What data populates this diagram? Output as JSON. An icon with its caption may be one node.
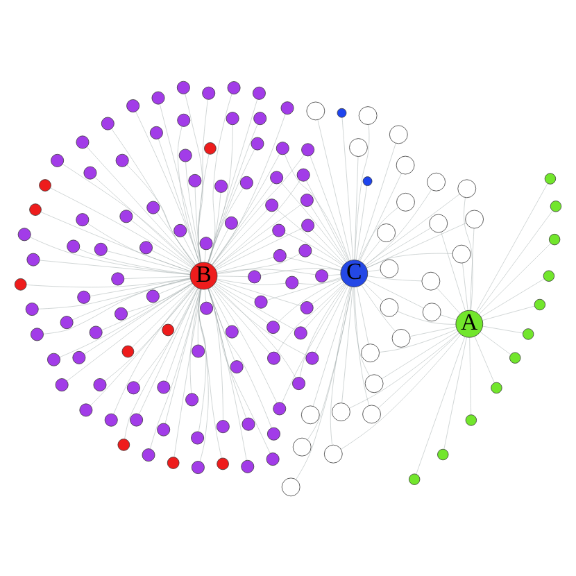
{
  "diagram": {
    "nodes": [
      {
        "text": [
          "C"
        ]
      },
      {
        "text": [
          "B"
        ]
      },
      {
        "text": [
          "A"
        ]
      },
      {
        "text": [],
        "shape": "circle"
      },
      {
        "text": [],
        "shape": "circle"
      },
      {
        "text": [],
        "shape": "circle"
      },
      {
        "text": [],
        "shape": "circle"
      },
      {
        "text": [],
        "shape": "circle"
      },
      {
        "text": [],
        "shape": "circle"
      },
      {
        "text": [],
        "shape": "circle"
      },
      {
        "text": [],
        "shape": "circle"
      },
      {
        "text": [],
        "shape": "circle"
      },
      {
        "text": [],
        "shape": "circle"
      },
      {
        "text": [],
        "shape": "circle"
      },
      {
        "text": [],
        "shape": "circle"
      },
      {
        "text": [],
        "shape": "circle"
      },
      {
        "text": [],
        "shape": "circle"
      },
      {
        "text": [],
        "shape": "circle"
      },
      {
        "text": [],
        "shape": "circle"
      },
      {
        "text": [],
        "shape": "circle"
      },
      {
        "text": [],
        "shape": "circle"
      },
      {
        "text": [],
        "shape": "circle"
      },
      {
        "text": [],
        "shape": "circle"
      },
      {
        "text": [],
        "shape": "circle"
      },
      {
        "text": [],
        "shape": "circle"
      },
      {
        "text": [],
        "shape": "circle"
      },
      {
        "text": [],
        "shape": "circle"
      },
      {
        "text": [],
        "shape": "circle"
      },
      {
        "text": [],
        "shape": "circle"
      },
      {
        "text": [],
        "shape": "circle"
      },
      {
        "text": [],
        "shape": "circle"
      },
      {
        "text": [],
        "shape": "circle"
      },
      {
        "text": [],
        "shape": "circle"
      },
      {
        "text": [],
        "shape": "circle"
      },
      {
        "text": [],
        "shape": "circle"
      },
      {
        "text": [],
        "shape": "circle"
      },
      {
        "text": [],
        "shape": "circle"
      },
      {
        "text": [],
        "shape": "circle"
      },
      {
        "text": [],
        "shape": "circle"
      },
      {
        "text": [],
        "shape": "circle"
      },
      {
        "text": [],
        "shape": "circle"
      },
      {
        "text": [],
        "shape": "circle"
      },
      {
        "text": [],
        "shape": "circle"
      },
      {
        "text": [],
        "shape": "circle"
      },
      {
        "text": [],
        "shape": "circle"
      },
      {
        "text": [],
        "shape": "circle"
      },
      {
        "text": [],
        "shape": "circle"
      },
      {
        "text": [],
        "shape": "circle"
      },
      {
        "text": [],
        "shape": "circle"
      },
      {
        "text": [],
        "shape": "circle"
      },
      {
        "text": [],
        "shape": "circle"
      },
      {
        "text": [],
        "shape": "circle"
      },
      {
        "text": [],
        "shape": "circle"
      },
      {
        "text": [],
        "shape": "circle"
      },
      {
        "text": [],
        "shape": "circle"
      },
      {
        "text": [],
        "shape": "circle"
      },
      {
        "text": [],
        "shape": "circle"
      },
      {
        "text": [],
        "shape": "circle"
      },
      {
        "text": [],
        "shape": "circle"
      },
      {
        "text": [],
        "shape": "circle"
      },
      {
        "text": [],
        "shape": "circle"
      },
      {
        "text": [],
        "shape": "circle"
      },
      {
        "text": [],
        "shape": "circle"
      },
      {
        "text": [],
        "shape": "circle"
      },
      {
        "text": [],
        "shape": "circle"
      },
      {
        "text": [],
        "shape": "circle"
      },
      {
        "text": [],
        "shape": "circle"
      },
      {
        "text": [],
        "shape": "circle"
      },
      {
        "text": [],
        "shape": "circle"
      },
      {
        "text": [],
        "shape": "circle"
      },
      {
        "text": [],
        "shape": "circle"
      },
      {
        "text": [],
        "shape": "circle"
      },
      {
        "text": [],
        "shape": "circle"
      },
      {
        "text": [],
        "shape": "circle"
      },
      {
        "text": [],
        "shape": "circle"
      },
      {
        "text": [],
        "shape": "circle"
      },
      {
        "text": [],
        "shape": "circle"
      },
      {
        "text": [],
        "shape": "circle"
      },
      {
        "text": [],
        "shape": "circle"
      },
      {
        "text": [],
        "shape": "circle"
      },
      {
        "text": [],
        "shape": "circle"
      },
      {
        "text": [],
        "shape": "circle"
      },
      {
        "text": [],
        "shape": "circle"
      },
      {
        "text": [],
        "shape": "circle"
      },
      {
        "text": [],
        "shape": "circle"
      },
      {
        "text": [],
        "shape": "circle"
      },
      {
        "text": [],
        "shape": "circle"
      },
      {
        "text": [],
        "shape": "circle"
      },
      {
        "text": [],
        "shape": "circle"
      },
      {
        "text": [],
        "shape": "circle"
      },
      {
        "text": [],
        "shape": "circle"
      },
      {
        "text": [],
        "shape": "circle"
      },
      {
        "text": [],
        "shape": "circle"
      },
      {
        "text": [],
        "shape": "circle"
      },
      {
        "text": [],
        "shape": "circle"
      },
      {
        "text": [],
        "shape": "circle"
      },
      {
        "text": [],
        "shape": "circle"
      },
      {
        "text": [],
        "shape": "circle"
      },
      {
        "text": [],
        "shape": "circle"
      },
      {
        "text": [],
        "shape": "circle"
      },
      {
        "text": [],
        "shape": "circle"
      },
      {
        "text": [],
        "shape": "circle"
      },
      {
        "text": [],
        "shape": "circle"
      },
      {
        "text": [],
        "shape": "circle"
      },
      {
        "text": [],
        "shape": "circle"
      },
      {
        "text": [],
        "shape": "circle"
      },
      {
        "text": [],
        "shape": "circle"
      },
      {
        "text": [],
        "shape": "circle"
      },
      {
        "text": [],
        "shape": "circle"
      },
      {
        "text": [],
        "shape": "circle"
      },
      {
        "text": [],
        "shape": "circle"
      },
      {
        "text": [],
        "shape": "circle"
      },
      {
        "text": [],
        "shape": "circle"
      },
      {
        "text": [],
        "shape": "circle"
      },
      {
        "text": [],
        "shape": "circle"
      },
      {
        "text": [],
        "shape": "circle"
      },
      {
        "text": [],
        "shape": "circle"
      },
      {
        "text": [],
        "shape": "circle"
      },
      {
        "text": [],
        "shape": "circle"
      },
      {
        "text": [],
        "shape": "circle"
      },
      {
        "text": [],
        "shape": "circle"
      },
      {
        "text": [],
        "shape": "circle"
      },
      {
        "text": [],
        "shape": "circle"
      },
      {
        "text": [],
        "shape": "circle"
      },
      {
        "text": [],
        "shape": "circle"
      },
      {
        "text": [],
        "shape": "circle"
      },
      {
        "text": [],
        "shape": "circle"
      },
      {
        "text": [],
        "shape": "circle"
      },
      {
        "text": [],
        "shape": "circle"
      },
      {
        "text": [],
        "shape": "circle"
      },
      {
        "text": [],
        "shape": "circle"
      },
      {
        "text": [],
        "shape": "circle"
      },
      {
        "text": [],
        "shape": "circle"
      },
      {
        "text": [],
        "shape": "circle"
      }
    ],
    "edges": [
      {
        "from": 1,
        "to": 3,
        "arrow": "none"
      },
      {
        "from": 1,
        "to": 4,
        "arrow": "none"
      },
      {
        "from": 1,
        "to": 5,
        "arrow": "none"
      },
      {
        "from": 1,
        "to": 6,
        "arrow": "none"
      },
      {
        "from": 1,
        "to": 7,
        "arrow": "none"
      },
      {
        "from": 1,
        "to": 8,
        "arrow": "none"
      },
      {
        "from": 1,
        "to": 9,
        "arrow": "none"
      },
      {
        "from": 1,
        "to": 10,
        "arrow": "none"
      },
      {
        "from": 1,
        "to": 11,
        "arrow": "none"
      },
      {
        "from": 1,
        "to": 12,
        "arrow": "none"
      },
      {
        "from": 1,
        "to": 13,
        "arrow": "none"
      },
      {
        "from": 1,
        "to": 14,
        "arrow": "none"
      },
      {
        "from": 1,
        "to": 15,
        "arrow": "none"
      },
      {
        "from": 1,
        "to": 16,
        "arrow": "none"
      },
      {
        "from": 1,
        "to": 17,
        "arrow": "none"
      },
      {
        "from": 1,
        "to": 18,
        "arrow": "none"
      },
      {
        "from": 1,
        "to": 19,
        "arrow": "none"
      },
      {
        "from": 1,
        "to": 20,
        "arrow": "none"
      },
      {
        "from": 1,
        "to": 21,
        "arrow": "none"
      },
      {
        "from": 1,
        "to": 22,
        "arrow": "none"
      },
      {
        "from": 1,
        "to": 23,
        "arrow": "none"
      },
      {
        "from": 1,
        "to": 24,
        "arrow": "none"
      },
      {
        "from": 1,
        "to": 25,
        "arrow": "none"
      },
      {
        "from": 1,
        "to": 26,
        "arrow": "none"
      },
      {
        "from": 1,
        "to": 27,
        "arrow": "none"
      },
      {
        "from": 1,
        "to": 28,
        "arrow": "none"
      },
      {
        "from": 1,
        "to": 29,
        "arrow": "none"
      },
      {
        "from": 1,
        "to": 30,
        "arrow": "none"
      },
      {
        "from": 1,
        "to": 31,
        "arrow": "none"
      },
      {
        "from": 1,
        "to": 32,
        "arrow": "none"
      },
      {
        "from": 1,
        "to": 33,
        "arrow": "none"
      },
      {
        "from": 1,
        "to": 34,
        "arrow": "none"
      },
      {
        "from": 1,
        "to": 35,
        "arrow": "none"
      },
      {
        "from": 1,
        "to": 36,
        "arrow": "none"
      },
      {
        "from": 1,
        "to": 37,
        "arrow": "none"
      },
      {
        "from": 1,
        "to": 38,
        "arrow": "none"
      },
      {
        "from": 1,
        "to": 39,
        "arrow": "none"
      },
      {
        "from": 1,
        "to": 40,
        "arrow": "none"
      },
      {
        "from": 1,
        "to": 41,
        "arrow": "none"
      },
      {
        "from": 1,
        "to": 42,
        "arrow": "none"
      },
      {
        "from": 1,
        "to": 43,
        "arrow": "none"
      },
      {
        "from": 1,
        "to": 44,
        "arrow": "none"
      },
      {
        "from": 1,
        "to": 45,
        "arrow": "none"
      },
      {
        "from": 1,
        "to": 46,
        "arrow": "none"
      },
      {
        "from": 1,
        "to": 47,
        "arrow": "none"
      },
      {
        "from": 1,
        "to": 48,
        "arrow": "none"
      },
      {
        "from": 1,
        "to": 49,
        "arrow": "none"
      },
      {
        "from": 1,
        "to": 50,
        "arrow": "none"
      },
      {
        "from": 1,
        "to": 51,
        "arrow": "none"
      },
      {
        "from": 1,
        "to": 52,
        "arrow": "none"
      },
      {
        "from": 1,
        "to": 53,
        "arrow": "none"
      },
      {
        "from": 1,
        "to": 54,
        "arrow": "none"
      },
      {
        "from": 1,
        "to": 55,
        "arrow": "none"
      },
      {
        "from": 1,
        "to": 56,
        "arrow": "none"
      },
      {
        "from": 1,
        "to": 57,
        "arrow": "none"
      },
      {
        "from": 1,
        "to": 58,
        "arrow": "none"
      },
      {
        "from": 1,
        "to": 59,
        "arrow": "none"
      },
      {
        "from": 1,
        "to": 60,
        "arrow": "none"
      },
      {
        "from": 1,
        "to": 61,
        "arrow": "none"
      },
      {
        "from": 1,
        "to": 62,
        "arrow": "none"
      },
      {
        "from": 1,
        "to": 63,
        "arrow": "none"
      },
      {
        "from": 1,
        "to": 64,
        "arrow": "none"
      },
      {
        "from": 1,
        "to": 65,
        "arrow": "none"
      },
      {
        "from": 1,
        "to": 66,
        "arrow": "none"
      },
      {
        "from": 1,
        "to": 67,
        "arrow": "none"
      },
      {
        "from": 1,
        "to": 68,
        "arrow": "none"
      },
      {
        "from": 1,
        "to": 69,
        "arrow": "none"
      },
      {
        "from": 1,
        "to": 70,
        "arrow": "none"
      },
      {
        "from": 1,
        "to": 71,
        "arrow": "none"
      },
      {
        "from": 1,
        "to": 72,
        "arrow": "none"
      },
      {
        "from": 1,
        "to": 73,
        "arrow": "none"
      },
      {
        "from": 1,
        "to": 74,
        "arrow": "none"
      },
      {
        "from": 1,
        "to": 75,
        "arrow": "none"
      },
      {
        "from": 1,
        "to": 76,
        "arrow": "none"
      },
      {
        "from": 1,
        "to": 77,
        "arrow": "none"
      },
      {
        "from": 1,
        "to": 78,
        "arrow": "none"
      },
      {
        "from": 1,
        "to": 79,
        "arrow": "none"
      },
      {
        "from": 1,
        "to": 80,
        "arrow": "none"
      },
      {
        "from": 1,
        "to": 81,
        "arrow": "none"
      },
      {
        "from": 1,
        "to": 82,
        "arrow": "none"
      },
      {
        "from": 1,
        "to": 83,
        "arrow": "none"
      },
      {
        "from": 1,
        "to": 84,
        "arrow": "none"
      },
      {
        "from": 1,
        "to": 85,
        "arrow": "none"
      },
      {
        "from": 1,
        "to": 86,
        "arrow": "none"
      },
      {
        "from": 1,
        "to": 114,
        "arrow": "none"
      },
      {
        "from": 1,
        "to": 115,
        "arrow": "none"
      },
      {
        "from": 1,
        "to": 116,
        "arrow": "none"
      },
      {
        "from": 1,
        "to": 117,
        "arrow": "none"
      },
      {
        "from": 1,
        "to": 118,
        "arrow": "none"
      },
      {
        "from": 1,
        "to": 119,
        "arrow": "none"
      },
      {
        "from": 1,
        "to": 120,
        "arrow": "none"
      },
      {
        "from": 1,
        "to": 121,
        "arrow": "none"
      },
      {
        "from": 1,
        "to": 122,
        "arrow": "none"
      },
      {
        "from": 0,
        "to": 87,
        "arrow": "none"
      },
      {
        "from": 0,
        "to": 88,
        "arrow": "none"
      },
      {
        "from": 0,
        "to": 89,
        "arrow": "none"
      },
      {
        "from": 0,
        "to": 90,
        "arrow": "none"
      },
      {
        "from": 0,
        "to": 91,
        "arrow": "none"
      },
      {
        "from": 0,
        "to": 92,
        "arrow": "none"
      },
      {
        "from": 0,
        "to": 93,
        "arrow": "none"
      },
      {
        "from": 0,
        "to": 94,
        "arrow": "none"
      },
      {
        "from": 0,
        "to": 95,
        "arrow": "none"
      },
      {
        "from": 0,
        "to": 96,
        "arrow": "none"
      },
      {
        "from": 0,
        "to": 97,
        "arrow": "none"
      },
      {
        "from": 0,
        "to": 98,
        "arrow": "none"
      },
      {
        "from": 0,
        "to": 99,
        "arrow": "none"
      },
      {
        "from": 0,
        "to": 100,
        "arrow": "none"
      },
      {
        "from": 0,
        "to": 101,
        "arrow": "none"
      },
      {
        "from": 0,
        "to": 102,
        "arrow": "none"
      },
      {
        "from": 0,
        "to": 103,
        "arrow": "none"
      },
      {
        "from": 0,
        "to": 104,
        "arrow": "none"
      },
      {
        "from": 0,
        "to": 105,
        "arrow": "none"
      },
      {
        "from": 0,
        "to": 106,
        "arrow": "none"
      },
      {
        "from": 0,
        "to": 107,
        "arrow": "none"
      },
      {
        "from": 0,
        "to": 108,
        "arrow": "none"
      },
      {
        "from": 0,
        "to": 109,
        "arrow": "none"
      },
      {
        "from": 0,
        "to": 110,
        "arrow": "none"
      },
      {
        "from": 0,
        "to": 111,
        "arrow": "none"
      },
      {
        "from": 0,
        "to": 112,
        "arrow": "none"
      },
      {
        "from": 0,
        "to": 113,
        "arrow": "none"
      },
      {
        "from": 2,
        "to": 123,
        "arrow": "none"
      },
      {
        "from": 2,
        "to": 124,
        "arrow": "none"
      },
      {
        "from": 2,
        "to": 125,
        "arrow": "none"
      },
      {
        "from": 2,
        "to": 126,
        "arrow": "none"
      },
      {
        "from": 2,
        "to": 127,
        "arrow": "none"
      },
      {
        "from": 2,
        "to": 128,
        "arrow": "none"
      },
      {
        "from": 2,
        "to": 129,
        "arrow": "none"
      },
      {
        "from": 2,
        "to": 130,
        "arrow": "none"
      },
      {
        "from": 2,
        "to": 131,
        "arrow": "none"
      },
      {
        "from": 2,
        "to": 132,
        "arrow": "none"
      },
      {
        "from": 2,
        "to": 133,
        "arrow": "none"
      },
      {
        "from": 2,
        "to": 87,
        "arrow": "none"
      },
      {
        "from": 2,
        "to": 89,
        "arrow": "none"
      },
      {
        "from": 2,
        "to": 91,
        "arrow": "none"
      },
      {
        "from": 2,
        "to": 93,
        "arrow": "none"
      },
      {
        "from": 2,
        "to": 95,
        "arrow": "none"
      },
      {
        "from": 2,
        "to": 97,
        "arrow": "none"
      },
      {
        "from": 2,
        "to": 99,
        "arrow": "none"
      },
      {
        "from": 2,
        "to": 101,
        "arrow": "none"
      },
      {
        "from": 2,
        "to": 103,
        "arrow": "none"
      },
      {
        "from": 2,
        "to": 105,
        "arrow": "none"
      },
      {
        "from": 2,
        "to": 107,
        "arrow": "none"
      },
      {
        "from": 2,
        "to": 109,
        "arrow": "none"
      },
      {
        "from": 2,
        "to": 111,
        "arrow": "none"
      },
      {
        "from": 0,
        "to": 3,
        "arrow": "none"
      },
      {
        "from": 0,
        "to": 7,
        "arrow": "none"
      },
      {
        "from": 0,
        "to": 11,
        "arrow": "none"
      },
      {
        "from": 0,
        "to": 15,
        "arrow": "none"
      },
      {
        "from": 0,
        "to": 19,
        "arrow": "none"
      },
      {
        "from": 0,
        "to": 23,
        "arrow": "none"
      },
      {
        "from": 0,
        "to": 27,
        "arrow": "none"
      },
      {
        "from": 0,
        "to": 31,
        "arrow": "none"
      },
      {
        "from": 0,
        "to": 35,
        "arrow": "none"
      },
      {
        "from": 0,
        "to": 39,
        "arrow": "none"
      },
      {
        "from": 0,
        "to": 43,
        "arrow": "none"
      },
      {
        "from": 0,
        "to": 47,
        "arrow": "none"
      },
      {
        "from": 0,
        "to": 51,
        "arrow": "none"
      },
      {
        "from": 0,
        "to": 55,
        "arrow": "none"
      },
      {
        "from": 0,
        "to": 59,
        "arrow": "none"
      },
      {
        "from": 0,
        "to": 63,
        "arrow": "none"
      },
      {
        "from": 0,
        "to": 67,
        "arrow": "none"
      },
      {
        "from": 0,
        "to": 71,
        "arrow": "none"
      },
      {
        "from": 0,
        "to": 75,
        "arrow": "none"
      },
      {
        "from": 0,
        "to": 79,
        "arrow": "none"
      },
      {
        "from": 0,
        "to": 83,
        "arrow": "none"
      }
    ]
  }
}
